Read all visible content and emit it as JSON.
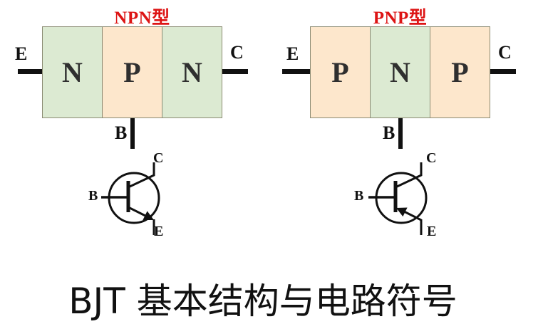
{
  "colors": {
    "title_red": "#dd1414",
    "n_region": "#dcead2",
    "p_region": "#fde7cc",
    "region_border": "#8b8b73",
    "line_black": "#111111"
  },
  "npn": {
    "title": "NPN型",
    "regions": [
      "N",
      "P",
      "N"
    ],
    "emitter_label": "E",
    "collector_label": "C",
    "base_label": "B",
    "symbol": {
      "base": "B",
      "collector": "C",
      "emitter": "E"
    }
  },
  "pnp": {
    "title": "PNP型",
    "regions": [
      "P",
      "N",
      "P"
    ],
    "emitter_label": "E",
    "collector_label": "C",
    "base_label": "B",
    "symbol": {
      "base": "B",
      "collector": "C",
      "emitter": "E"
    }
  },
  "caption": "BJT 基本结构与电路符号"
}
